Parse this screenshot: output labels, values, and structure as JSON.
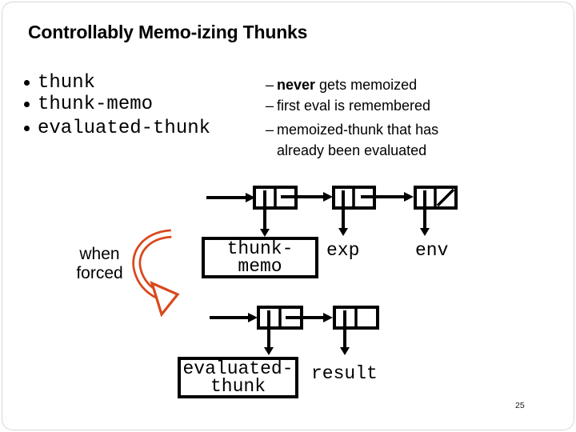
{
  "slide": {
    "title": "Controllably Memo-izing Thunks",
    "page_number": "25",
    "background_color": "#ffffff"
  },
  "bullet_list": {
    "items": [
      "thunk",
      "thunk-memo",
      "evaluated-thunk"
    ]
  },
  "notes": {
    "lines": [
      {
        "dash": "–",
        "bold": "never",
        "text": " gets memoized"
      },
      {
        "dash": "–",
        "bold": "",
        "text": "first eval is remembered"
      },
      {
        "dash": "–",
        "bold": "",
        "text": "memoized-thunk that has"
      },
      {
        "dash": "",
        "bold": "",
        "text": "already been evaluated"
      }
    ]
  },
  "diagram": {
    "accent_color": "#d8491d",
    "line_color": "#000000",
    "when_forced": {
      "line1": "when",
      "line2": "forced"
    },
    "thunk_memo_box": {
      "line1": "thunk-",
      "line2": "memo"
    },
    "evaluated_thunk_box": {
      "line1": "evaluated-",
      "line2": "thunk"
    },
    "labels": {
      "exp": "exp",
      "env": "env",
      "result": "result"
    },
    "top_chain": {
      "cells": [
        {
          "car": "thunk-memo",
          "cdr": "next-cell"
        },
        {
          "car": "exp",
          "cdr": "next-cell"
        },
        {
          "car": "env",
          "cdr": "nil-slash"
        }
      ]
    },
    "bottom_chain": {
      "cells": [
        {
          "car": "evaluated-thunk",
          "cdr": "next-cell"
        },
        {
          "car": "result",
          "cdr": "empty"
        }
      ]
    }
  }
}
